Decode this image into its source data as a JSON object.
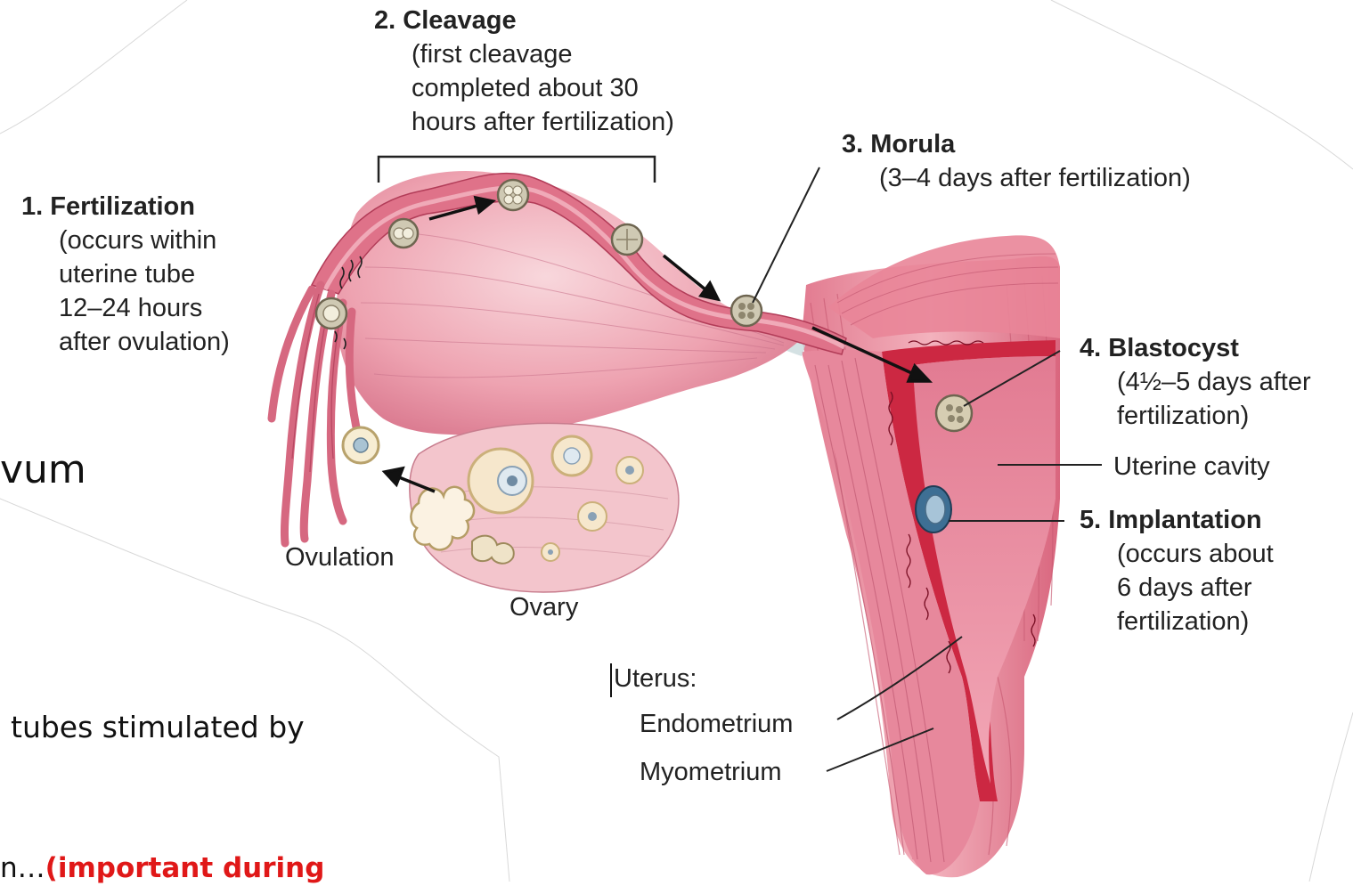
{
  "stages": [
    {
      "number": "1.",
      "title": "Fertilization",
      "lines": [
        "(occurs within",
        "uterine tube",
        "12–24 hours",
        "after ovulation)"
      ]
    },
    {
      "number": "2.",
      "title": "Cleavage",
      "lines": [
        "(first cleavage",
        "completed about 30",
        "hours after fertilization)"
      ]
    },
    {
      "number": "3.",
      "title": "Morula",
      "lines": [
        "(3–4 days after fertilization)"
      ]
    },
    {
      "number": "4.",
      "title": "Blastocyst",
      "lines": [
        "(4½–5 days after",
        "fertilization)"
      ]
    },
    {
      "number": "5.",
      "title": "Implantation",
      "lines": [
        "(occurs about",
        "6 days after",
        "fertilization)"
      ]
    }
  ],
  "labels": {
    "ovulation": "Ovulation",
    "ovary": "Ovary",
    "uterine_cavity": "Uterine cavity",
    "uterus": "Uterus:",
    "endometrium": "Endometrium",
    "myometrium": "Myometrium"
  },
  "slide_fragments": {
    "vum": "vum",
    "tubes": "tubes stimulated by",
    "ellipsis": "n…",
    "important": "(important during"
  },
  "colors": {
    "tube": "#e07a92",
    "tube_dark": "#b83a56",
    "muscle": "#f0a9b6",
    "uterus": "#de6f86",
    "cavity": "#e88aa0",
    "ovary": "#f2c1c8",
    "endometrium": "#c8243c",
    "accent_red": "#e01818"
  }
}
